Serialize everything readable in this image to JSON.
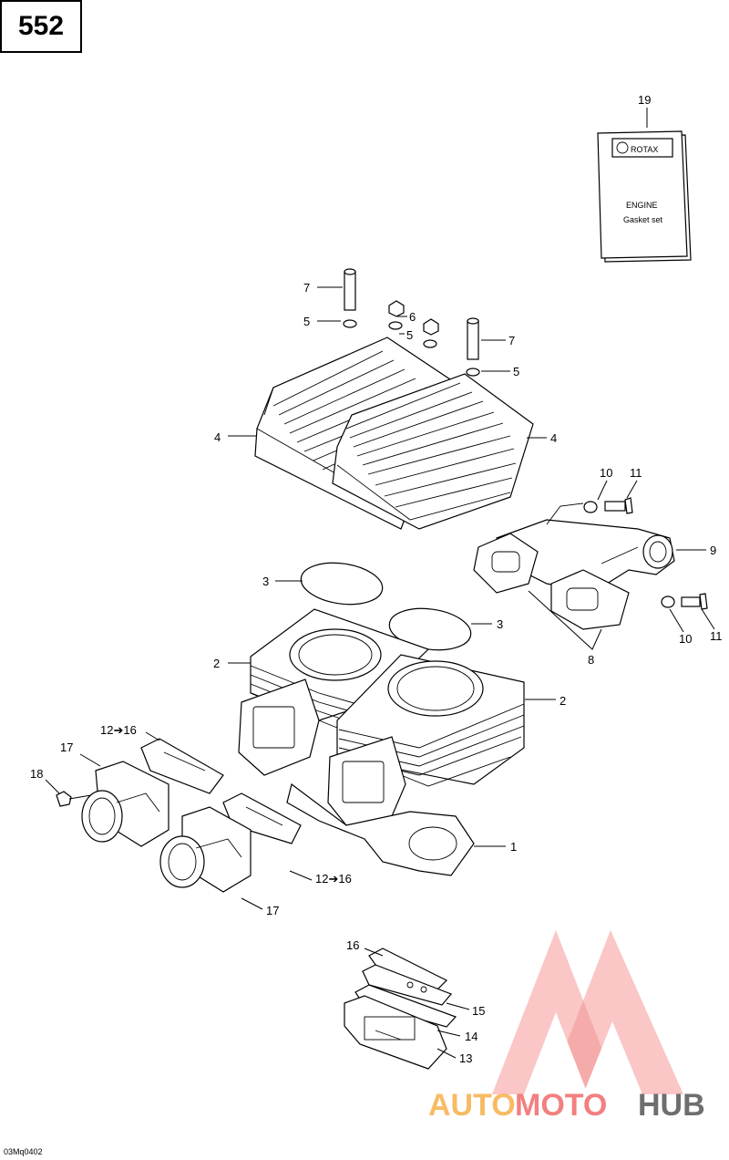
{
  "page_number": "552",
  "drawing_code": "03Mq0402",
  "manual": {
    "brand": "ROTAX",
    "line1": "ENGINE",
    "line2": "Gasket set"
  },
  "watermark": {
    "part1": "AUTO",
    "part2": "MOTO",
    "part3": "HUB",
    "color1": "#f6b04a",
    "color2": "#f06a6a",
    "color3": "#555555"
  },
  "callouts": {
    "c19": "19",
    "c7a": "7",
    "c5a": "5",
    "c6": "6",
    "c5b": "5",
    "c7b": "7",
    "c5c": "5",
    "c4a": "4",
    "c4b": "4",
    "c10a": "10",
    "c11a": "11",
    "c9": "9",
    "c10b": "10",
    "c11b": "11",
    "c8": "8",
    "c3a": "3",
    "c3b": "3",
    "c2a": "2",
    "c2b": "2",
    "c12a": "12➔16",
    "c17a": "17",
    "c18": "18",
    "c1": "1",
    "c12b": "12➔16",
    "c17b": "17",
    "c16": "16",
    "c15": "15",
    "c14": "14",
    "c13": "13"
  }
}
